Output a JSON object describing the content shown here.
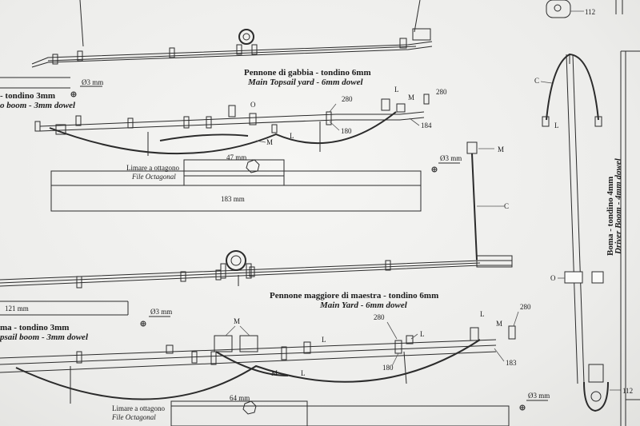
{
  "labels": {
    "topsail_yard_it": "Pennone di gabbia - tondino 6mm",
    "topsail_yard_en": "Main Topsail yard - 6mm dowel",
    "main_yard_it": "Pennone maggiore di maestra - tondino 6mm",
    "main_yard_en": "Main Yard - 6mm dowel",
    "driver_boom_it": "Boma - tondino 4mm",
    "driver_boom_en": "Driver Boom - 4mm dowel",
    "topsail_boom_it": "ma - tondino 3mm",
    "topsail_boom_en": "psail boom - 3mm dowel",
    "upper_boom_it": "- tondino 3mm",
    "upper_boom_en": "o boom - 3mm dowel",
    "file_octagonal_it_1": "Limare a ottagono",
    "file_octagonal_en_1": "File Octagonal",
    "file_octagonal_it_2": "Limare a ottagono",
    "file_octagonal_en_2": "File Octagonal"
  },
  "dimensions": {
    "d1": "47 mm",
    "d2": "183 mm",
    "d3": "121 mm",
    "d4": "64 mm",
    "phi1": "Ø3 mm",
    "phi2": "Ø3 mm",
    "phi3": "Ø3 mm",
    "phi4": "Ø3 mm"
  },
  "parts": {
    "n280a": "280",
    "n180a": "180",
    "n184": "184",
    "n280b": "280",
    "n280c": "280",
    "n280d": "280",
    "n180b": "180",
    "n183": "183",
    "n112a": "112",
    "n112b": "112",
    "L": "L",
    "M": "M",
    "O": "O",
    "C": "C"
  }
}
